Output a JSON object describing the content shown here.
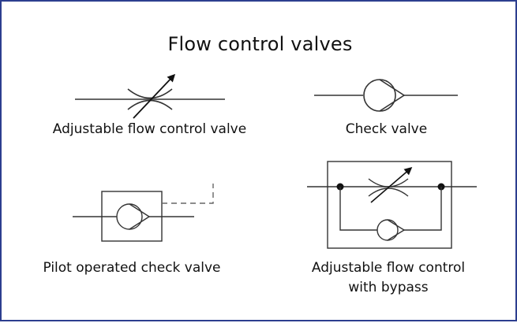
{
  "title": "Flow control valves",
  "symbols": [
    {
      "label": "Adjustable flow control valve"
    },
    {
      "label": "Check valve"
    },
    {
      "label": "Pilot operated check valve"
    },
    {
      "label_line1": "Adjustable flow control",
      "label_line2": "with bypass"
    }
  ],
  "colors": {
    "border": "#2c3e8f",
    "ink": "#111111",
    "lines": "#333333",
    "pilot": "#666666"
  }
}
